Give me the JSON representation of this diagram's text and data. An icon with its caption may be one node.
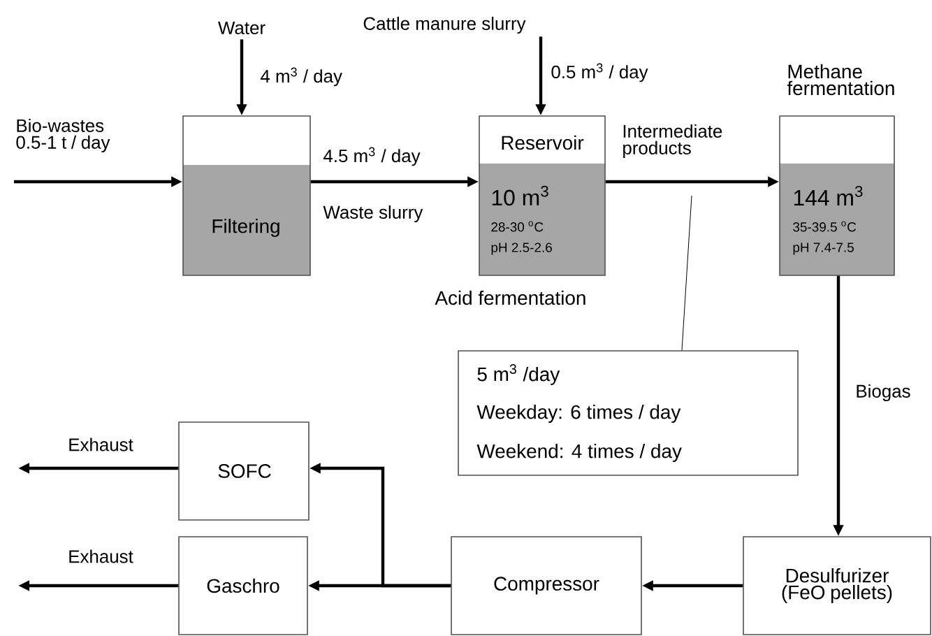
{
  "diagram": {
    "nodes": [
      {
        "text": [
          "Water"
        ]
      },
      {
        "text": [
          "Cattle manure slurry"
        ]
      },
      {
        "text": [
          "Filtering"
        ]
      },
      {
        "text": [
          "Reservoir",
          "10 m$^{3}$",
          "28-30 $^{o}$C",
          "pH 2.5-2.6"
        ],
        "beside": [
          "Acid fermentation"
        ]
      },
      {
        "text": [
          "Methane fermentation",
          "144 m$^{3}$",
          "35-39.5 $^{o}$C",
          "pH 7.4-7.5"
        ]
      },
      {
        "text": [
          "5 m$^{3}$ /day",
          "Weekday: 6 times / day",
          "Weekend: 4 times / day"
        ]
      },
      {
        "text": [
          "Desulfurizer (FeO pellets)"
        ]
      },
      {
        "text": [
          "Compressor"
        ]
      },
      {
        "text": [
          "SOFC"
        ]
      },
      {
        "text": [
          "Gaschro"
        ]
      }
    ],
    "edges": [
      {
        "from": 0,
        "to": 2,
        "arrow": "to",
        "label": "4 m$^{3}$ / day"
      },
      {
        "from": 1,
        "to": 3,
        "arrow": "to",
        "label": "0.5 m$^{3}$ / day"
      },
      {
        "from": null,
        "to": 2,
        "arrow": "to",
        "label": "Bio-wastes 0.5-1 t / day"
      },
      {
        "from": 2,
        "to": 3,
        "arrow": "to",
        "label": "4.5 m$^{3}$ / day"
      },
      {
        "from": 3,
        "to": 4,
        "arrow": "to",
        "label": "Intermediate products"
      },
      {
        "from": 4,
        "to": 6,
        "arrow": "to",
        "label": "Biogas"
      },
      {
        "from": 6,
        "to": 7,
        "arrow": "to"
      },
      {
        "from": 7,
        "to": 8,
        "arrow": "to"
      },
      {
        "from": 7,
        "to": 9,
        "arrow": "to"
      },
      {
        "from": 8,
        "to": null,
        "arrow": "to",
        "label": "Exhaust"
      },
      {
        "from": 9,
        "to": null,
        "arrow": "to",
        "label": "Exhaust"
      },
      {
        "from": 5,
        "to": null,
        "arrow": "none"
      }
    ],
    "labels": [
      "Waste slurry"
    ]
  }
}
